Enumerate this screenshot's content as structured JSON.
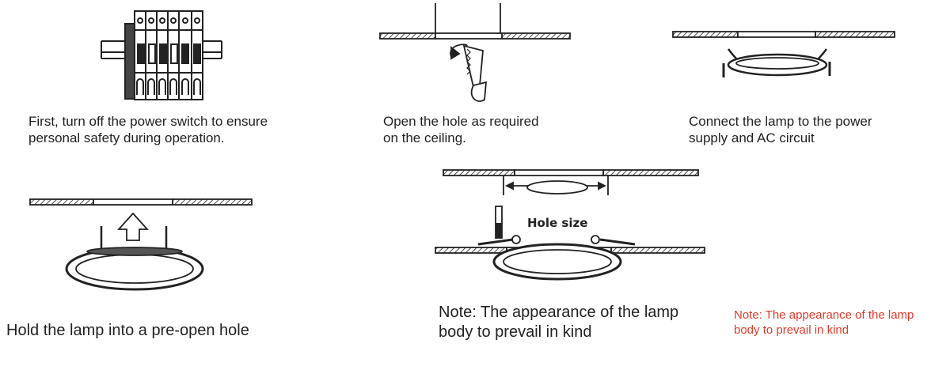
{
  "steps": [
    {
      "caption": "First, turn off the power switch to ensure\npersonal safety during operation.",
      "icon": "breaker-switch-icon"
    },
    {
      "caption": "Open the hole as required\non the ceiling.",
      "icon": "saw-cut-icon"
    },
    {
      "caption": "Connect the lamp to the power\nsupply and AC circuit",
      "icon": "lamp-wiring-icon"
    },
    {
      "caption": "Hold the lamp into a pre-open hole",
      "icon": "lamp-push-up-icon"
    },
    {
      "caption": "Note: The appearance of the lamp\nbody to prevail in kind",
      "icon": "hole-size-install-icon",
      "label": "Hole size"
    }
  ],
  "note": {
    "text": "Note: The appearance of the lamp\nbody to prevail in kind",
    "color": "#e23a2a"
  }
}
